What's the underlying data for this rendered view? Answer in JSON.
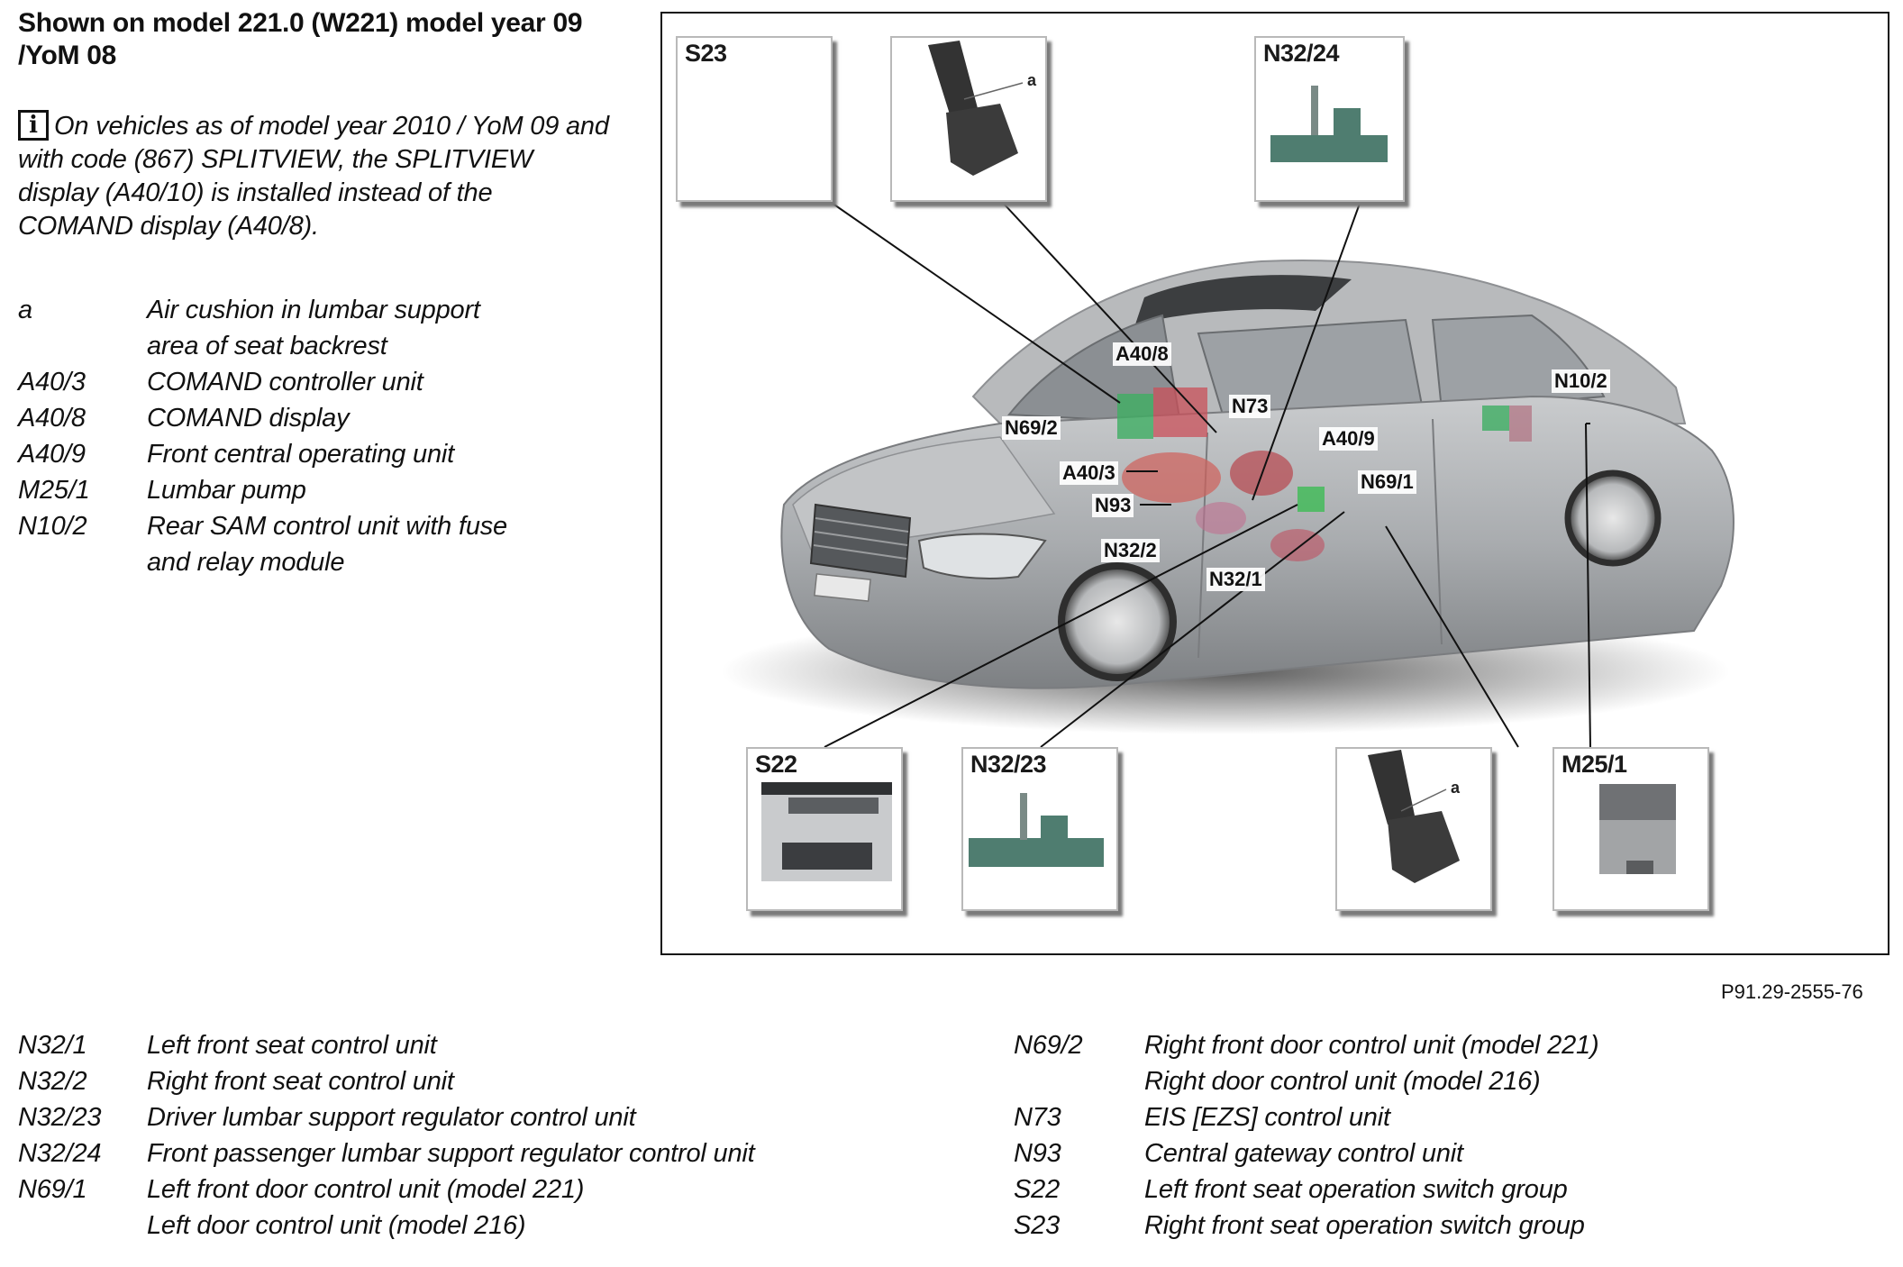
{
  "heading": "Shown on model 221.0 (W221) model year 09 /YoM 08",
  "note": {
    "icon": "info-icon",
    "text": "On vehicles as of model year 2010 / YoM 09 and with code (867) SPLITVIEW, the SPLITVIEW display (A40/10) is installed instead of the COMAND display (A40/8)."
  },
  "legend_top": [
    {
      "code": "a",
      "desc": "Air cushion in lumbar support"
    },
    {
      "code": "",
      "desc": "area of seat backrest"
    },
    {
      "code": "A40/3",
      "desc": "COMAND controller unit"
    },
    {
      "code": "A40/8",
      "desc": "COMAND display"
    },
    {
      "code": "A40/9",
      "desc": "Front central operating unit"
    },
    {
      "code": "M25/1",
      "desc": "Lumbar pump"
    },
    {
      "code": "N10/2",
      "desc": "Rear SAM control unit with fuse"
    },
    {
      "code": "",
      "desc": "and relay module"
    }
  ],
  "legend_bottom_left": [
    {
      "code": "N32/1",
      "desc": "Left front seat control unit"
    },
    {
      "code": "N32/2",
      "desc": "Right front seat control unit"
    },
    {
      "code": "N32/23",
      "desc": "Driver lumbar support regulator control unit"
    },
    {
      "code": "N32/24",
      "desc": "Front passenger lumbar support regulator control unit"
    },
    {
      "code": "N69/1",
      "desc": "Left front door control unit (model 221)"
    },
    {
      "code": "",
      "desc": "Left door control unit (model 216)"
    }
  ],
  "legend_bottom_right": [
    {
      "code": "N69/2",
      "desc": "Right front door control unit (model 221)"
    },
    {
      "code": "",
      "desc": "Right door control unit (model 216)"
    },
    {
      "code": "N73",
      "desc": "EIS [EZS] control unit"
    },
    {
      "code": "N93",
      "desc": "Central gateway control unit"
    },
    {
      "code": "S22",
      "desc": "Left front seat operation switch group"
    },
    {
      "code": "S23",
      "desc": "Right front seat operation switch group"
    }
  ],
  "figure": {
    "id": "P91.29-2555-76",
    "top_boxes": [
      {
        "label": "S23",
        "content": "seat-switch-group-image"
      },
      {
        "label": "",
        "content": "seat-image",
        "marker": "a"
      },
      {
        "label": "N32/24",
        "content": "lumbar-regulator-image"
      }
    ],
    "bottom_boxes": [
      {
        "label": "S22",
        "content": "seat-switch-group-image"
      },
      {
        "label": "N32/23",
        "content": "lumbar-regulator-image"
      },
      {
        "label": "",
        "content": "seat-image",
        "marker": "a"
      },
      {
        "label": "M25/1",
        "content": "lumbar-pump-image"
      }
    ],
    "callouts": [
      "A40/8",
      "N69/2",
      "N73",
      "A40/9",
      "A40/3",
      "N69/1",
      "N93",
      "N32/2",
      "N32/1",
      "N10/2"
    ]
  }
}
